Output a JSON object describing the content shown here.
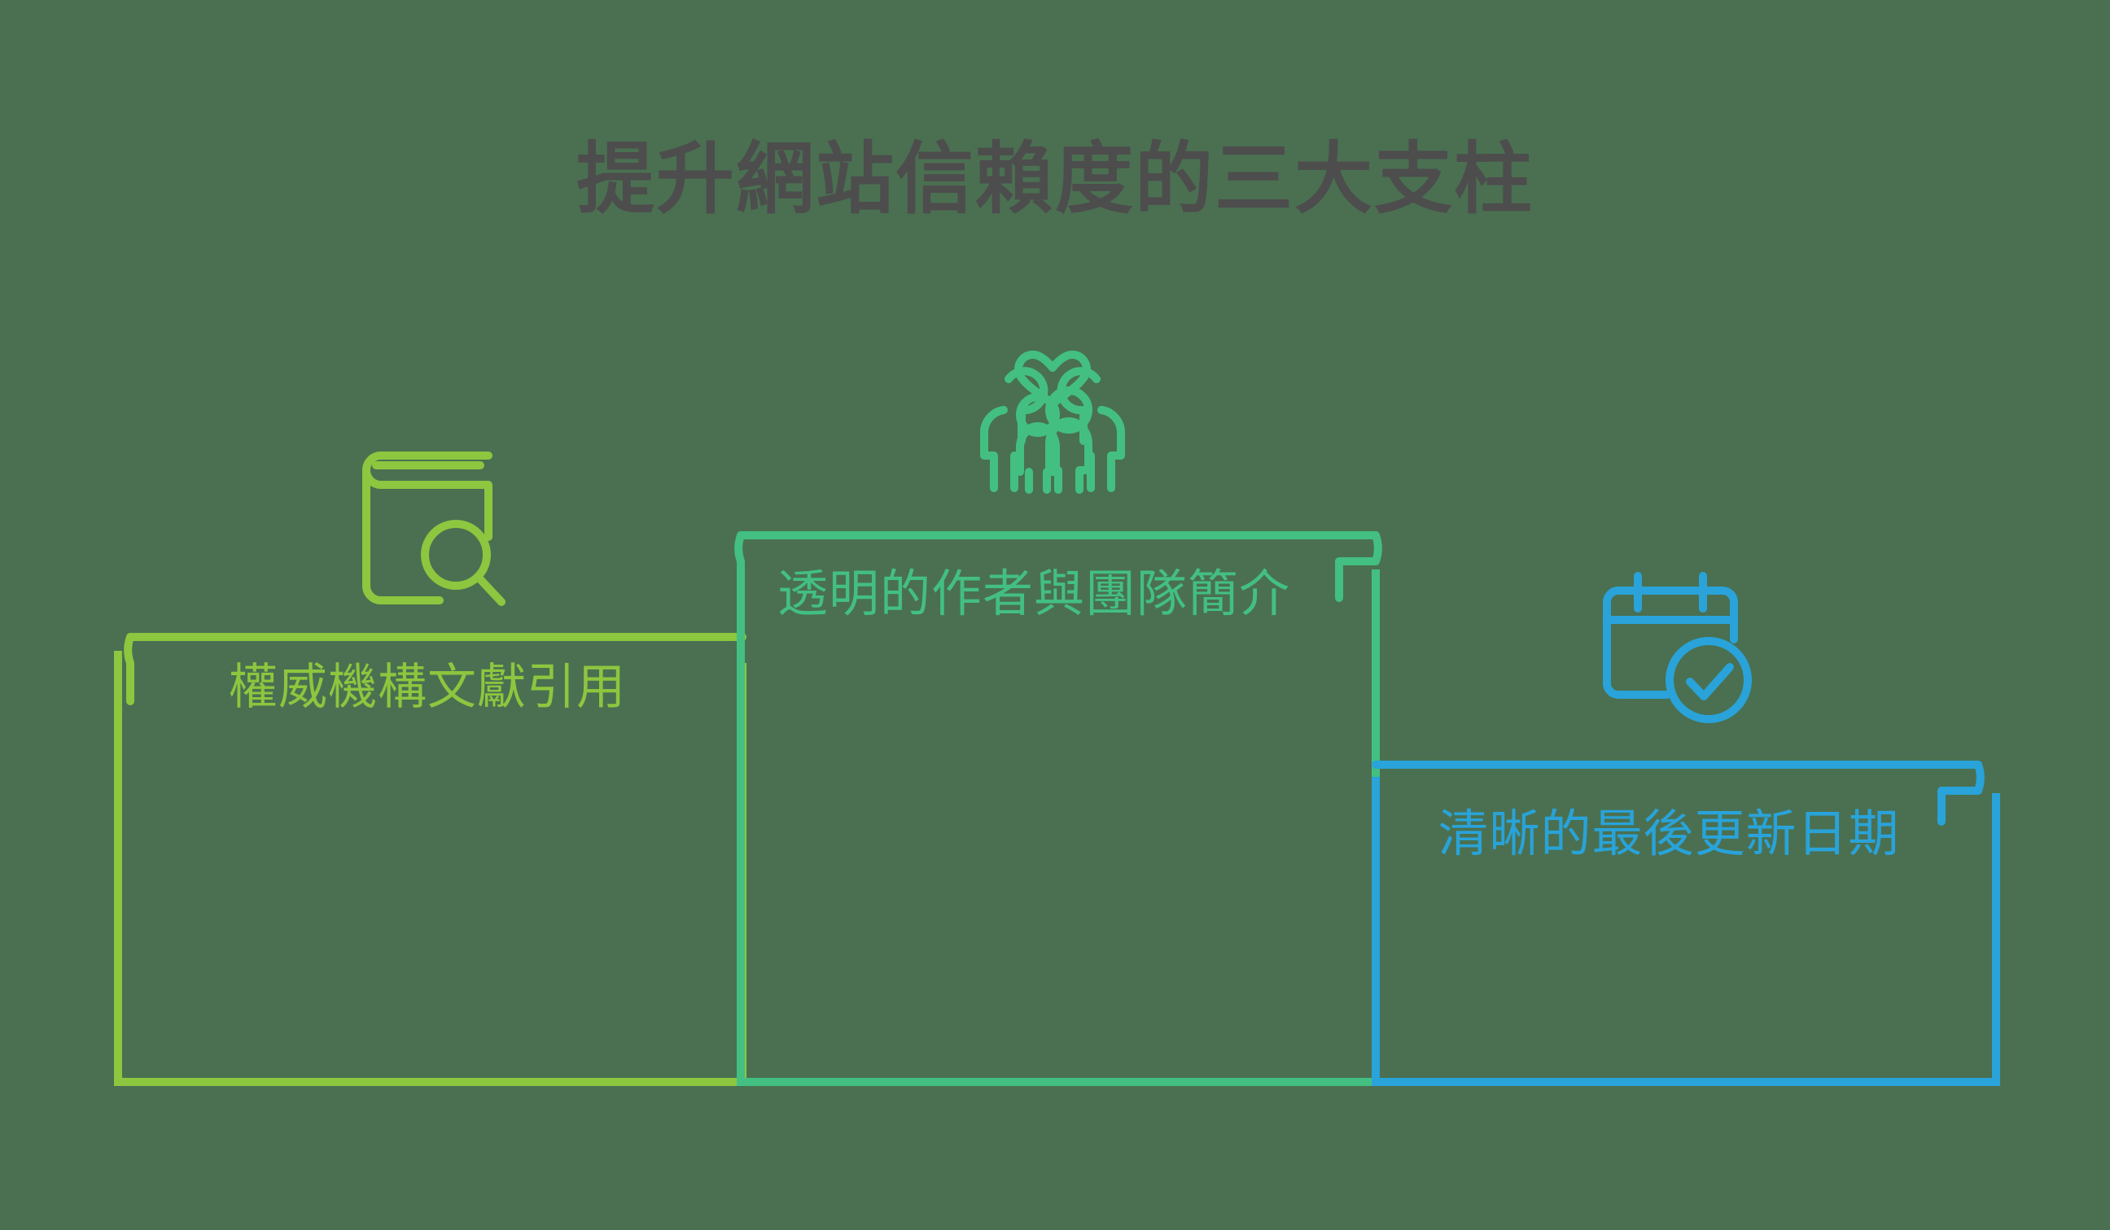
{
  "title": "提升網站信賴度的三大支柱",
  "background_color": "#4a7051",
  "title_color": "#4d4d4d",
  "chart_data": {
    "type": "bar",
    "title": "提升網站信賴度的三大支柱",
    "xlabel": "",
    "ylabel": "",
    "categories": [
      "權威機構文獻引用",
      "透明的作者與團隊簡介",
      "清晰的最後更新日期"
    ],
    "values": [
      2,
      3,
      1
    ],
    "value_unit": "rank (podium height)",
    "colors": [
      "#8dc63f",
      "#43bf82",
      "#29a3d9"
    ],
    "legend": false,
    "grid": false,
    "note": "Podium / pillar infographic: three outlined blocks of differing heights, each topped by a line-art icon."
  },
  "pillars": [
    {
      "id": "authority-citations",
      "label": "權威機構文獻引用",
      "color": "#8dc63f",
      "icon": "book-search-icon",
      "rank": 2,
      "position": "left"
    },
    {
      "id": "transparent-authors",
      "label": "透明的作者與團隊簡介",
      "color": "#43bf82",
      "icon": "team-heart-icon",
      "rank": 1,
      "position": "center"
    },
    {
      "id": "clear-update-date",
      "label": "清晰的最後更新日期",
      "color": "#29a3d9",
      "icon": "calendar-check-icon",
      "rank": 3,
      "position": "right"
    }
  ]
}
